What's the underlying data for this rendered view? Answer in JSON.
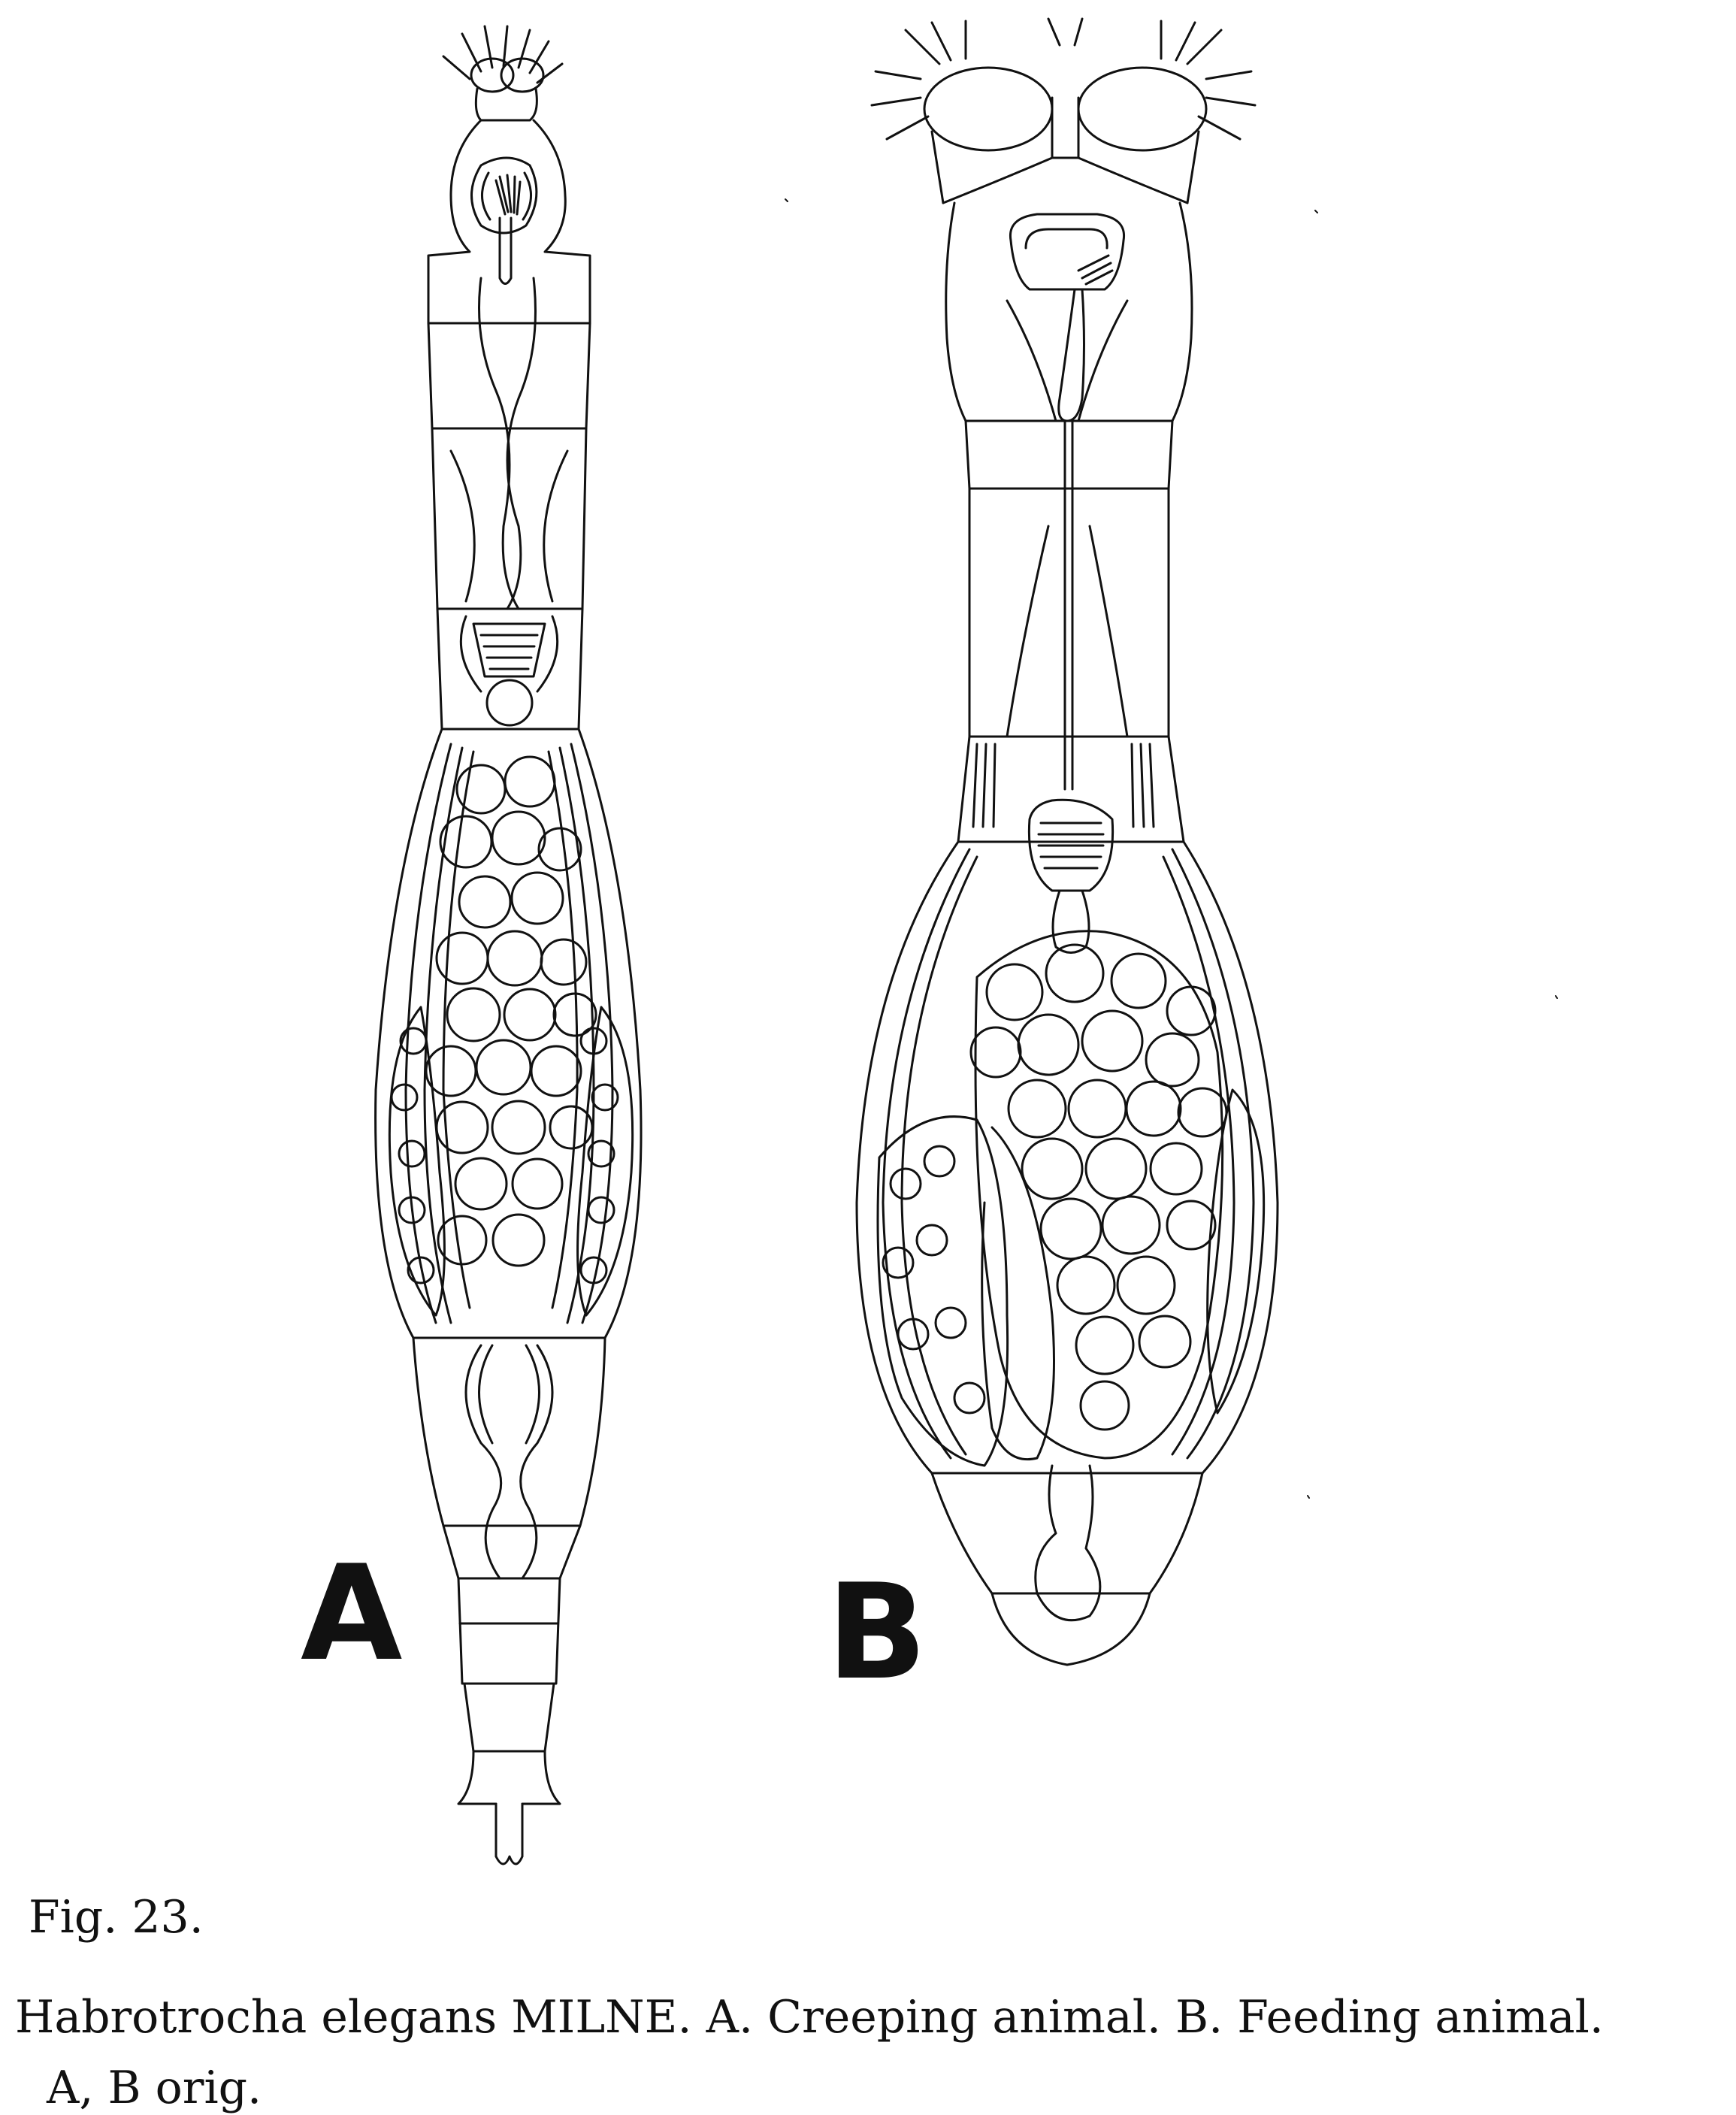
{
  "figure": {
    "number": "Fig. 23.",
    "caption": "Habrotrocha elegans MILNE. A. Creeping animal. B. Feeding animal.",
    "origin": "A, B orig.",
    "panels": [
      {
        "letter": "A",
        "description": "Creeping animal"
      },
      {
        "letter": "B",
        "description": "Feeding animal"
      }
    ],
    "colors": {
      "ink": "#111111",
      "paper": "#ffffff"
    }
  }
}
